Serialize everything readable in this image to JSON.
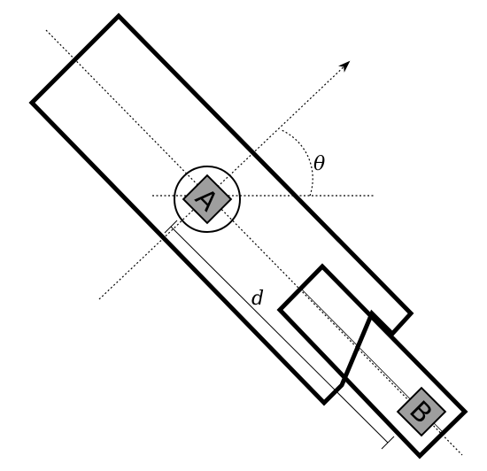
{
  "labels": {
    "angle": "θ",
    "distance": "d",
    "point_a": "A",
    "point_b": "B"
  },
  "colors": {
    "stroke": "#000000",
    "marker_fill": "#9e9e9e",
    "background": "#ffffff"
  }
}
